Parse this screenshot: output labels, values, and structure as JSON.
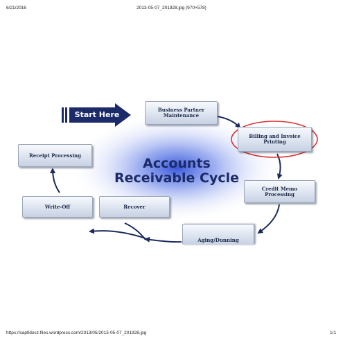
{
  "print_header": {
    "date": "6/21/2016",
    "document_title": "2013-05-07_201928.jpg (970×578)"
  },
  "print_footer": {
    "url": "https://sapfidocz.files.wordpress.com/2013/05/2013-05-07_201928.jpg",
    "page": "1/1"
  },
  "diagram": {
    "title_line1": "Accounts",
    "title_line2": "Receivable Cycle",
    "start_label": "Start Here",
    "nodes": {
      "business_partner": "Business Partner\nMaintenance",
      "billing_invoice": "Billing and Invoice\nPrinting",
      "credit_memo": "Credit Memo\nProcessing",
      "aging_dunning": "Aging/Dunning",
      "recover": "Recover",
      "write_off": "Write-Off",
      "receipt_processing": "Receipt Processing"
    },
    "highlighted_node": "billing_invoice",
    "colors": {
      "title": "#1b2a68",
      "arrow": "#1b2a5e",
      "start_arrow": "#1b2a68",
      "highlight_ring": "#d9302f",
      "glow": "#2f4fd8"
    }
  }
}
